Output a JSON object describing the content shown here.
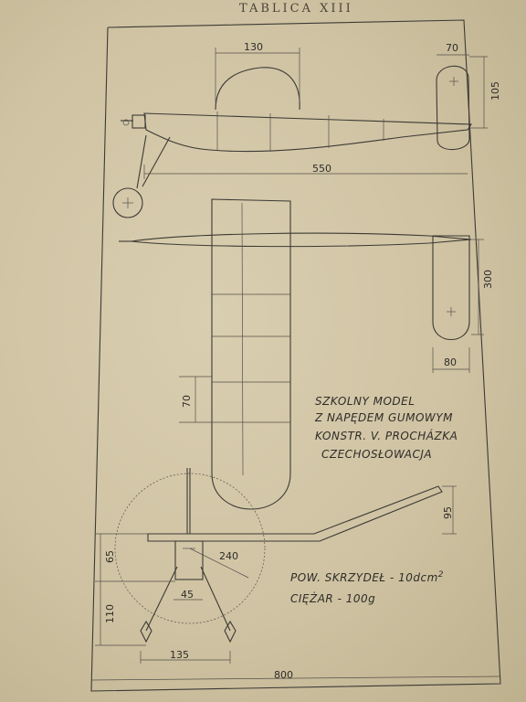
{
  "header": {
    "plate": "TABLICA XIII"
  },
  "description": {
    "line1": "SZKOLNY MODEL",
    "line2": "Z NAPĘDEM GUMOWYM",
    "line3": "KONSTR. V. PROCHÁZKA",
    "line4": "CZECHOSŁOWACJA"
  },
  "specs": {
    "area_label": "POW. SKRZYDEŁ - 10dcm",
    "area_exponent": "2",
    "weight_label": "CIĘŻAR - 100g"
  },
  "dimensions": {
    "wing_chord": "130",
    "tail_chord": "70",
    "fin_height": "105",
    "fuselage_length": "550",
    "stab_span": "300",
    "stab_chord": "80",
    "wing_panel": "70",
    "dihedral": "95",
    "prop_radius": "240",
    "height_65": "65",
    "height_110": "110",
    "gear_45": "45",
    "gear_track": "135",
    "wingspan": "800"
  },
  "colors": {
    "paper": "#cfc3a3",
    "ink": "#3d3a35"
  }
}
